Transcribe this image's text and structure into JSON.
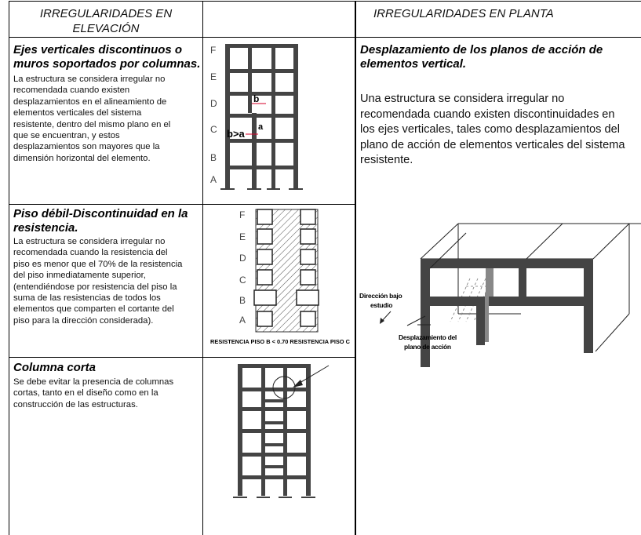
{
  "header": {
    "elevation_line1": "IRREGULARIDADES EN",
    "elevation_line2": "ELEVACIÓN",
    "plan": "IRREGULARIDADES EN PLANTA"
  },
  "row1": {
    "title_line1": "Ejes verticales  discontinuos o",
    "title_line2": "muros soportados por columnas.",
    "text_lines": [
      "La estructura se considera irregular no",
      "recomendada cuando existen",
      "desplazamientos en el alineamiento de",
      "elementos verticales del sistema",
      "resistente, dentro del mismo plano en el",
      "que se encuentran, y estos",
      "desplazamientos son mayores que la",
      "dimensión horizontal del elemento."
    ],
    "floor_labels": [
      "F",
      "E",
      "D",
      "C",
      "B",
      "A"
    ],
    "label_b": "b",
    "label_a": "a",
    "label_bga": "b>a"
  },
  "row2": {
    "title_line1": "Piso débil-Discontinuidad en la",
    "title_line2": "resistencia.",
    "text_lines": [
      "La estructura se considera irregular no",
      "recomendada cuando la resistencia del",
      "piso es menor que el 70% de la resistencia",
      "del piso inmediatamente superior,",
      "(entendiéndose por resistencia del piso la",
      "suma de las resistencias de todos los",
      "elementos que comparten el cortante del",
      "piso para la dirección considerada)."
    ],
    "floor_labels": [
      "F",
      "E",
      "D",
      "C",
      "B",
      "A"
    ],
    "caption": "RESISTENCIA PISO B < 0.70 RESISTENCIA PISO C"
  },
  "row3": {
    "title": "Columna corta",
    "text_lines": [
      "Se debe evitar la presencia de columnas",
      "cortas, tanto en el diseño como en la",
      "construcción de las estructuras."
    ]
  },
  "plan": {
    "title_line1": "Desplazamiento de los planos de acción de",
    "title_line2": "elementos vertical.",
    "text_lines": [
      "Una estructura se considera irregular no",
      "recomendada cuando existen discontinuidades en",
      "los ejes verticales, tales como desplazamientos del",
      "plano de acción de elementos verticales del sistema",
      "resistente."
    ],
    "label_direction_1": "Dirección bajo",
    "label_direction_2": "estudio",
    "label_displacement_1": "Desplazamiento del",
    "label_displacement_2": "plano de acción"
  },
  "colors": {
    "ink": "#111111",
    "accent_red": "#d4002a",
    "hatch": "#555555"
  }
}
